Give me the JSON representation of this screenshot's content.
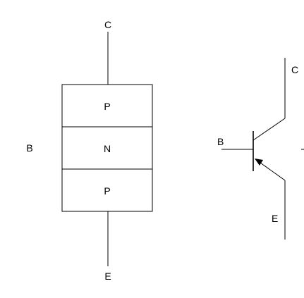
{
  "pnp_layers": {
    "collector_label": "C",
    "base_label": "B",
    "emitter_label": "E",
    "layers": [
      "P",
      "N",
      "P"
    ]
  },
  "pnp_symbol": {
    "collector_label": "C",
    "base_label": "B",
    "emitter_label": "E"
  },
  "colors": {
    "line": "#000000",
    "background": "#ffffff"
  }
}
